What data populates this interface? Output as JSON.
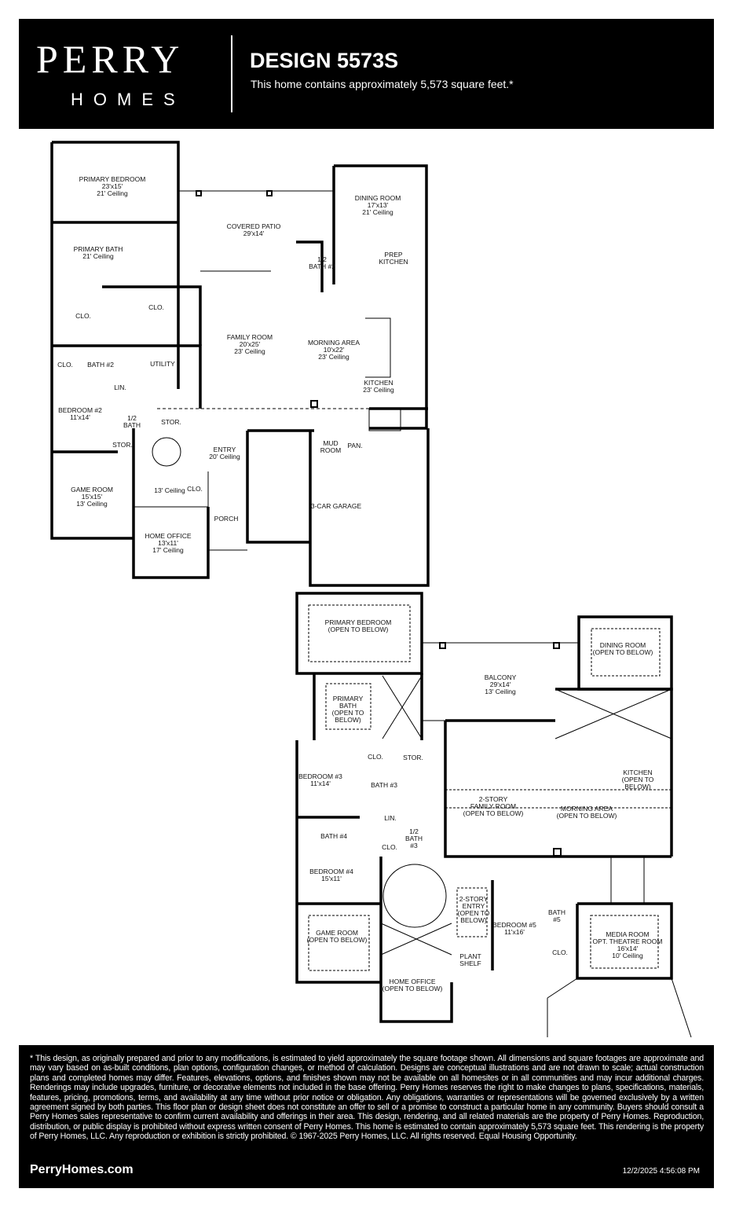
{
  "header": {
    "logo_top": "PERRY",
    "logo_bottom": "HOMES",
    "title": "DESIGN 5573S",
    "subtitle": "This home contains approximately 5,573 square feet.*"
  },
  "first_floor": {
    "rooms": [
      {
        "lines": [
          "PRIMARY BEDROOM",
          "23'x15'",
          "21' Ceiling"
        ]
      },
      {
        "lines": [
          "COVERED PATIO",
          "29'x14'"
        ]
      },
      {
        "lines": [
          "DINING ROOM",
          "17'x13'",
          "21' Ceiling"
        ]
      },
      {
        "lines": [
          "PRIMARY BATH",
          "21' Ceiling"
        ]
      },
      {
        "lines": [
          "1/2",
          "BATH #2"
        ]
      },
      {
        "lines": [
          "PREP",
          "KITCHEN"
        ]
      },
      {
        "lines": [
          "CLO."
        ]
      },
      {
        "lines": [
          "CLO."
        ]
      },
      {
        "lines": [
          "FAMILY ROOM",
          "20'x25'",
          "23' Ceiling"
        ]
      },
      {
        "lines": [
          "MORNING AREA",
          "10'x22'",
          "23' Ceiling"
        ]
      },
      {
        "lines": [
          "CLO."
        ]
      },
      {
        "lines": [
          "BATH #2"
        ]
      },
      {
        "lines": [
          "UTILITY"
        ]
      },
      {
        "lines": [
          "LIN."
        ]
      },
      {
        "lines": [
          "KITCHEN",
          "23' Ceiling"
        ]
      },
      {
        "lines": [
          "BEDROOM #2",
          "11'x14'"
        ]
      },
      {
        "lines": [
          "1/2",
          "BATH"
        ]
      },
      {
        "lines": [
          "STOR."
        ]
      },
      {
        "lines": [
          "STOR."
        ]
      },
      {
        "lines": [
          "ENTRY",
          "20' Ceiling"
        ]
      },
      {
        "lines": [
          "MUD",
          "ROOM"
        ]
      },
      {
        "lines": [
          "PAN."
        ]
      },
      {
        "lines": [
          "GAME ROOM",
          "15'x15'",
          "13' Ceiling"
        ]
      },
      {
        "lines": [
          "13' Ceiling"
        ]
      },
      {
        "lines": [
          "CLO."
        ]
      },
      {
        "lines": [
          "3-CAR GARAGE"
        ]
      },
      {
        "lines": [
          "PORCH"
        ]
      },
      {
        "lines": [
          "HOME OFFICE",
          "13'x11'",
          "17' Ceiling"
        ]
      }
    ]
  },
  "second_floor": {
    "rooms": [
      {
        "lines": [
          "PRIMARY BEDROOM",
          "(OPEN TO BELOW)"
        ]
      },
      {
        "lines": [
          "DINING ROOM",
          "(OPEN TO BELOW)"
        ]
      },
      {
        "lines": [
          "BALCONY",
          "29'x14'",
          "13' Ceiling"
        ]
      },
      {
        "lines": [
          "PRIMARY",
          "BATH",
          "(OPEN TO",
          "BELOW)"
        ]
      },
      {
        "lines": [
          "CLO."
        ]
      },
      {
        "lines": [
          "STOR."
        ]
      },
      {
        "lines": [
          "BEDROOM #3",
          "11'x14'"
        ]
      },
      {
        "lines": [
          "BATH #3"
        ]
      },
      {
        "lines": [
          "KITCHEN",
          "(OPEN TO",
          "BELOW)"
        ]
      },
      {
        "lines": [
          "2-STORY",
          "FAMILY ROOM",
          "(OPEN TO BELOW)"
        ]
      },
      {
        "lines": [
          "MORNING AREA",
          "(OPEN TO BELOW)"
        ]
      },
      {
        "lines": [
          "LIN."
        ]
      },
      {
        "lines": [
          "BATH #4"
        ]
      },
      {
        "lines": [
          "CLO."
        ]
      },
      {
        "lines": [
          "1/2",
          "BATH",
          "#3"
        ]
      },
      {
        "lines": [
          "BEDROOM #4",
          "15'x11'"
        ]
      },
      {
        "lines": [
          "2-STORY",
          "ENTRY",
          "(OPEN TO",
          "BELOW)"
        ]
      },
      {
        "lines": [
          "BEDROOM #5",
          "11'x16'"
        ]
      },
      {
        "lines": [
          "BATH",
          "#5"
        ]
      },
      {
        "lines": [
          "MEDIA ROOM",
          "OPT. THEATRE ROOM",
          "16'x14'",
          "10' Ceiling"
        ]
      },
      {
        "lines": [
          "GAME ROOM",
          "(OPEN TO BELOW)"
        ]
      },
      {
        "lines": [
          "CLO."
        ]
      },
      {
        "lines": [
          "PLANT",
          "SHELF"
        ]
      },
      {
        "lines": [
          "HOME OFFICE",
          "(OPEN TO BELOW)"
        ]
      }
    ]
  },
  "footer": {
    "disclaimer": "* This design, as originally prepared and prior to any modifications, is estimated to yield approximately the square footage shown. All dimensions and square footages are approximate and may vary based on as-built conditions, plan options, configuration changes, or method of calculation. Designs are conceptual illustrations and are not drawn to scale; actual construction plans and completed homes may differ. Features, elevations, options, and finishes shown may not be available on all homesites or in all communities and may incur additional charges. Renderings may include upgrades, furniture, or decorative elements not included in the base offering. Perry Homes reserves the right to make changes to plans, specifications, materials, features, pricing, promotions, terms, and availability at any time without prior notice or obligation. Any obligations, warranties or representations will be governed exclusively by a written agreement signed by both parties. This floor plan or design sheet does not constitute an offer to sell or a promise to construct a particular home in any community. Buyers should consult a Perry Homes sales representative to confirm current availability and offerings in their area. This design, rendering, and all related materials are the property of Perry Homes. Reproduction, distribution, or public display is prohibited without express written consent of Perry Homes. This home is estimated to contain approximately 5,573 square feet. This rendering is the property of Perry Homes, LLC. Any reproduction or exhibition is strictly prohibited. © 1967-2025 Perry Homes, LLC. All rights reserved. Equal Housing Opportunity.",
    "website": "PerryHomes.com",
    "timestamp": "12/2/2025 4:56:08 PM"
  }
}
